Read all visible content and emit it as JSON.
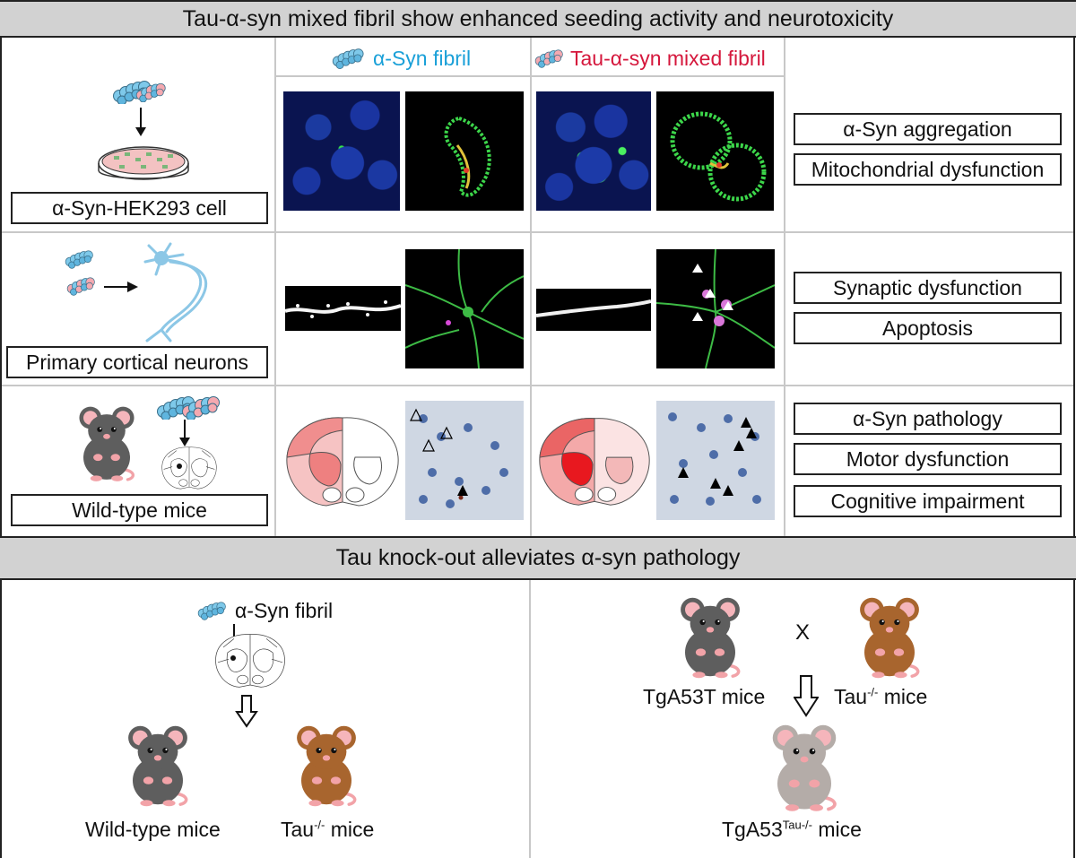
{
  "top_header": "Tau-α-syn mixed fibril show enhanced seeding activity and neurotoxicity",
  "columns": {
    "asyn_fibril": "α-Syn fibril",
    "mixed_fibril": "Tau-α-syn mixed fibril"
  },
  "rows": [
    {
      "model": "α-Syn-HEK293 cell",
      "outcomes": [
        "α-Syn aggregation",
        "Mitochondrial dysfunction"
      ]
    },
    {
      "model": "Primary cortical neurons",
      "outcomes": [
        "Synaptic dysfunction",
        "Apoptosis"
      ]
    },
    {
      "model": "Wild-type mice",
      "outcomes": [
        "α-Syn pathology",
        "Motor dysfunction",
        "Cognitive impairment"
      ]
    }
  ],
  "bottom_header": "Tau knock-out  alleviates α-syn pathology",
  "bottom_left": {
    "fibril_label": "α-Syn fibril",
    "mouse_wt": "Wild-type mice",
    "mouse_ko_base": "Tau",
    "mouse_ko_sup": "-/-",
    "mouse_ko_suffix": " mice"
  },
  "bottom_right": {
    "cross_symbol": "X",
    "parent1": "TgA53T mice",
    "parent2_base": "Tau",
    "parent2_sup": "-/-",
    "parent2_suffix": " mice",
    "offspring_base": "TgA53",
    "offspring_sup": "Tau-/-",
    "offspring_suffix": "  mice"
  },
  "colors": {
    "asyn_blue": "#1aa0d8",
    "mixed_red": "#d5173c",
    "header_gray": "#d2d2d2",
    "grid_gray": "#c8c8c8",
    "mouse_gray": "#5e5e5e",
    "mouse_brown": "#a8652e",
    "mouse_light": "#b4aca8",
    "ear_pink": "#f2b3b8"
  }
}
